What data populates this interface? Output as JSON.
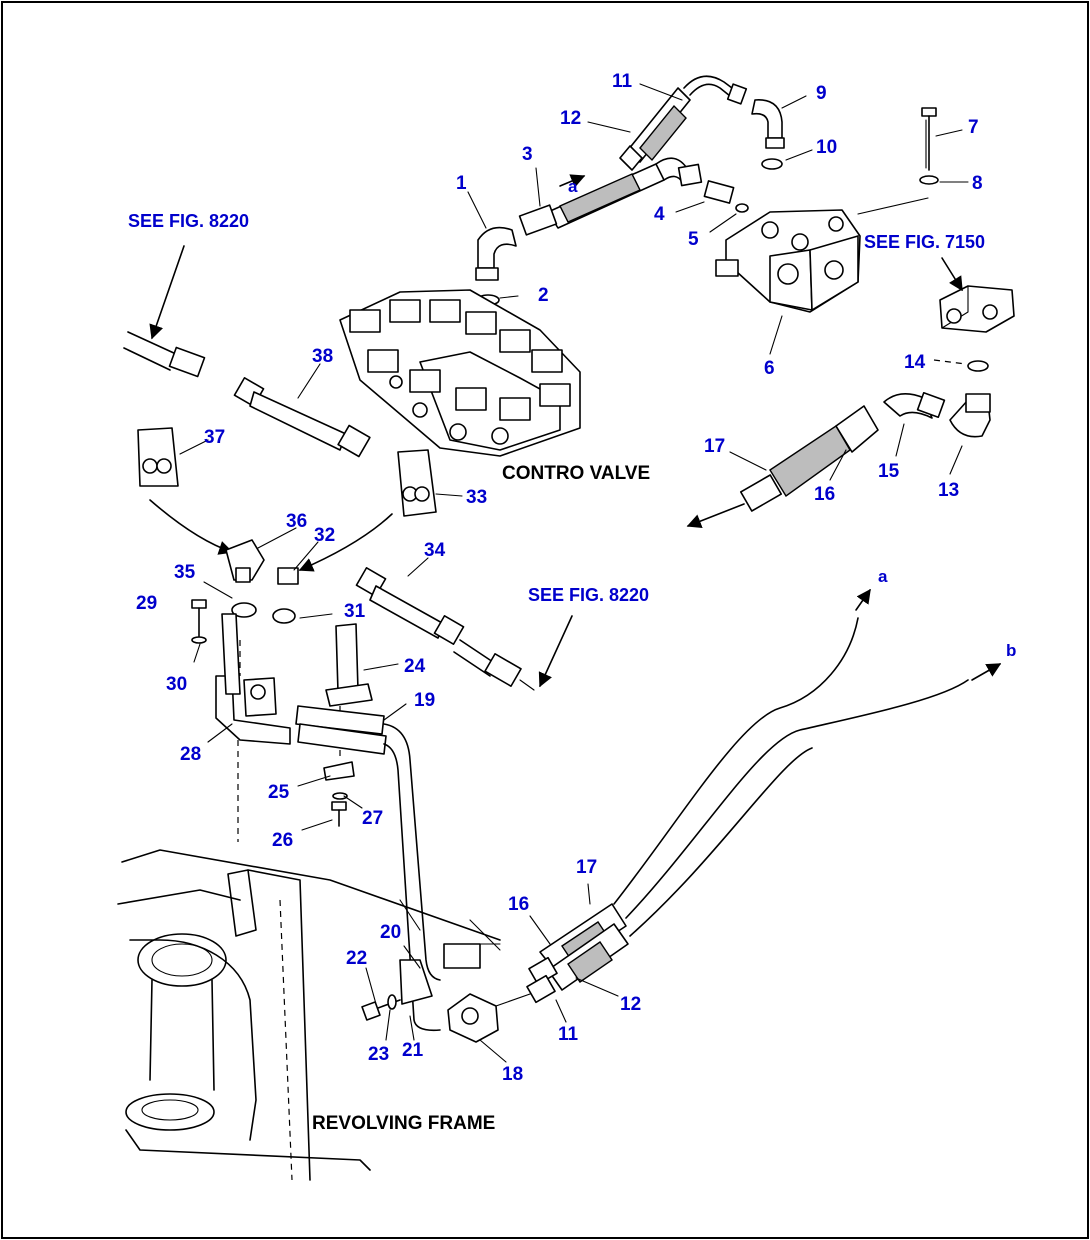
{
  "captions": {
    "control_valve": "CONTRO VALVE",
    "revolving_frame": "REVOLVING FRAME"
  },
  "references": {
    "fig_8220_upper": "SEE FIG. 8220",
    "fig_7150": "SEE FIG. 7150",
    "fig_8220_lower": "SEE FIG. 8220"
  },
  "letters": {
    "a_upper": "a",
    "a_lower": "a",
    "b": "b"
  },
  "parts": {
    "p1": "1",
    "p2": "2",
    "p3": "3",
    "p4": "4",
    "p5": "5",
    "p6": "6",
    "p7": "7",
    "p8": "8",
    "p9": "9",
    "p10": "10",
    "p11_upper": "11",
    "p12_upper": "12",
    "p13": "13",
    "p14": "14",
    "p15": "15",
    "p16_upper": "16",
    "p17_upper": "17",
    "p18": "18",
    "p19": "19",
    "p20": "20",
    "p21": "21",
    "p22": "22",
    "p23": "23",
    "p24": "24",
    "p25": "25",
    "p26": "26",
    "p27": "27",
    "p28": "28",
    "p29": "29",
    "p30": "30",
    "p31": "31",
    "p32": "32",
    "p33": "33",
    "p34": "34",
    "p35": "35",
    "p36": "36",
    "p37": "37",
    "p38": "38",
    "p16_lower": "16",
    "p17_lower": "17",
    "p11_lower": "11",
    "p12_lower": "12"
  }
}
